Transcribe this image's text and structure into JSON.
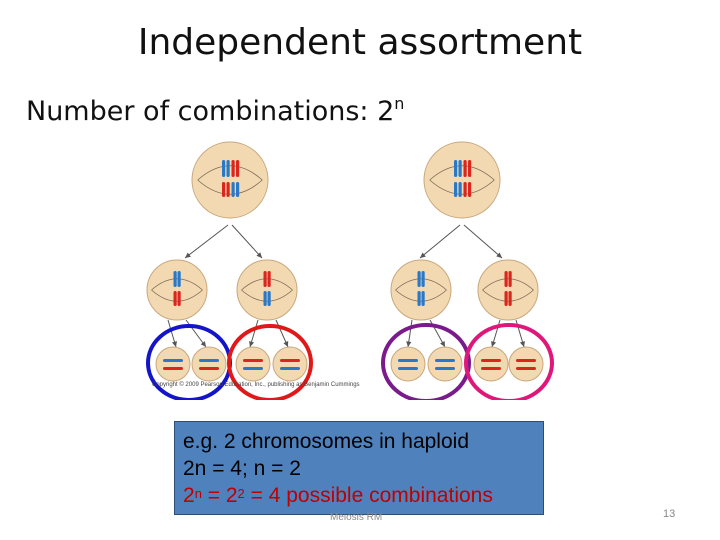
{
  "slide": {
    "title": "Independent assortment",
    "subtitle_prefix": "Number of combinations: 2",
    "subtitle_exp": "n",
    "copyright": "Copyright © 2009 Pearson Education, Inc., publishing as Benjamin Cummings",
    "example": {
      "line1": "e.g. 2 chromosomes in haploid",
      "line2": "2n = 4; n = 2",
      "line3_a": "2",
      "line3_a_exp": "n",
      "line3_b": " = 2",
      "line3_b_exp": "2",
      "line3_c": " = 4 possible combinations"
    },
    "footer": "Meiosis RM",
    "page_number": "13"
  },
  "colors": {
    "cell_fill": "#f3d9b1",
    "cell_stroke": "#c9a77c",
    "chrom_red": "#d9271e",
    "chrom_blue": "#2a78c8",
    "circle_blue": "#1414c8",
    "circle_red": "#e01818",
    "circle_purple": "#7a1a8c",
    "circle_pink": "#e0177a",
    "box_fill": "#4f81bd",
    "highlight_red": "#c00000"
  }
}
